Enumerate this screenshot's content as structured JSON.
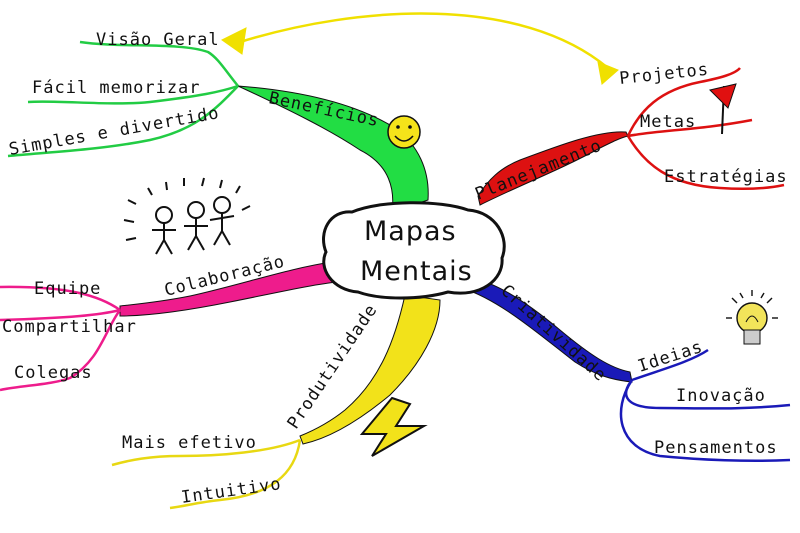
{
  "center": {
    "line1": "Mapas",
    "line2": "Mentais"
  },
  "branches": {
    "beneficios": {
      "label": "Benefícios",
      "color": "#22dd44",
      "children": [
        "Visão Geral",
        "Fácil memorizar",
        "Simples e divertido"
      ]
    },
    "planejamento": {
      "label": "Planejamento",
      "color": "#dd1111",
      "children": [
        "Projetos",
        "Metas",
        "Estratégias"
      ]
    },
    "criatividade": {
      "label": "Criatividade",
      "color": "#1a1ab8",
      "children": [
        "Ideias",
        "Inovação",
        "Pensamentos"
      ]
    },
    "produtividade": {
      "label": "Produtividade",
      "color": "#f2e21a",
      "children": [
        "Mais efetivo",
        "Intuitivo"
      ]
    },
    "colaboracao": {
      "label": "Colaboração",
      "color": "#ee1c8c",
      "children": [
        "Equipe",
        "Compartilhar",
        "Colegas"
      ]
    }
  },
  "connector_color": "#f0e000",
  "icons": [
    "smiley-icon",
    "flag-icon",
    "lightbulb-icon",
    "lightning-icon",
    "people-icon"
  ]
}
